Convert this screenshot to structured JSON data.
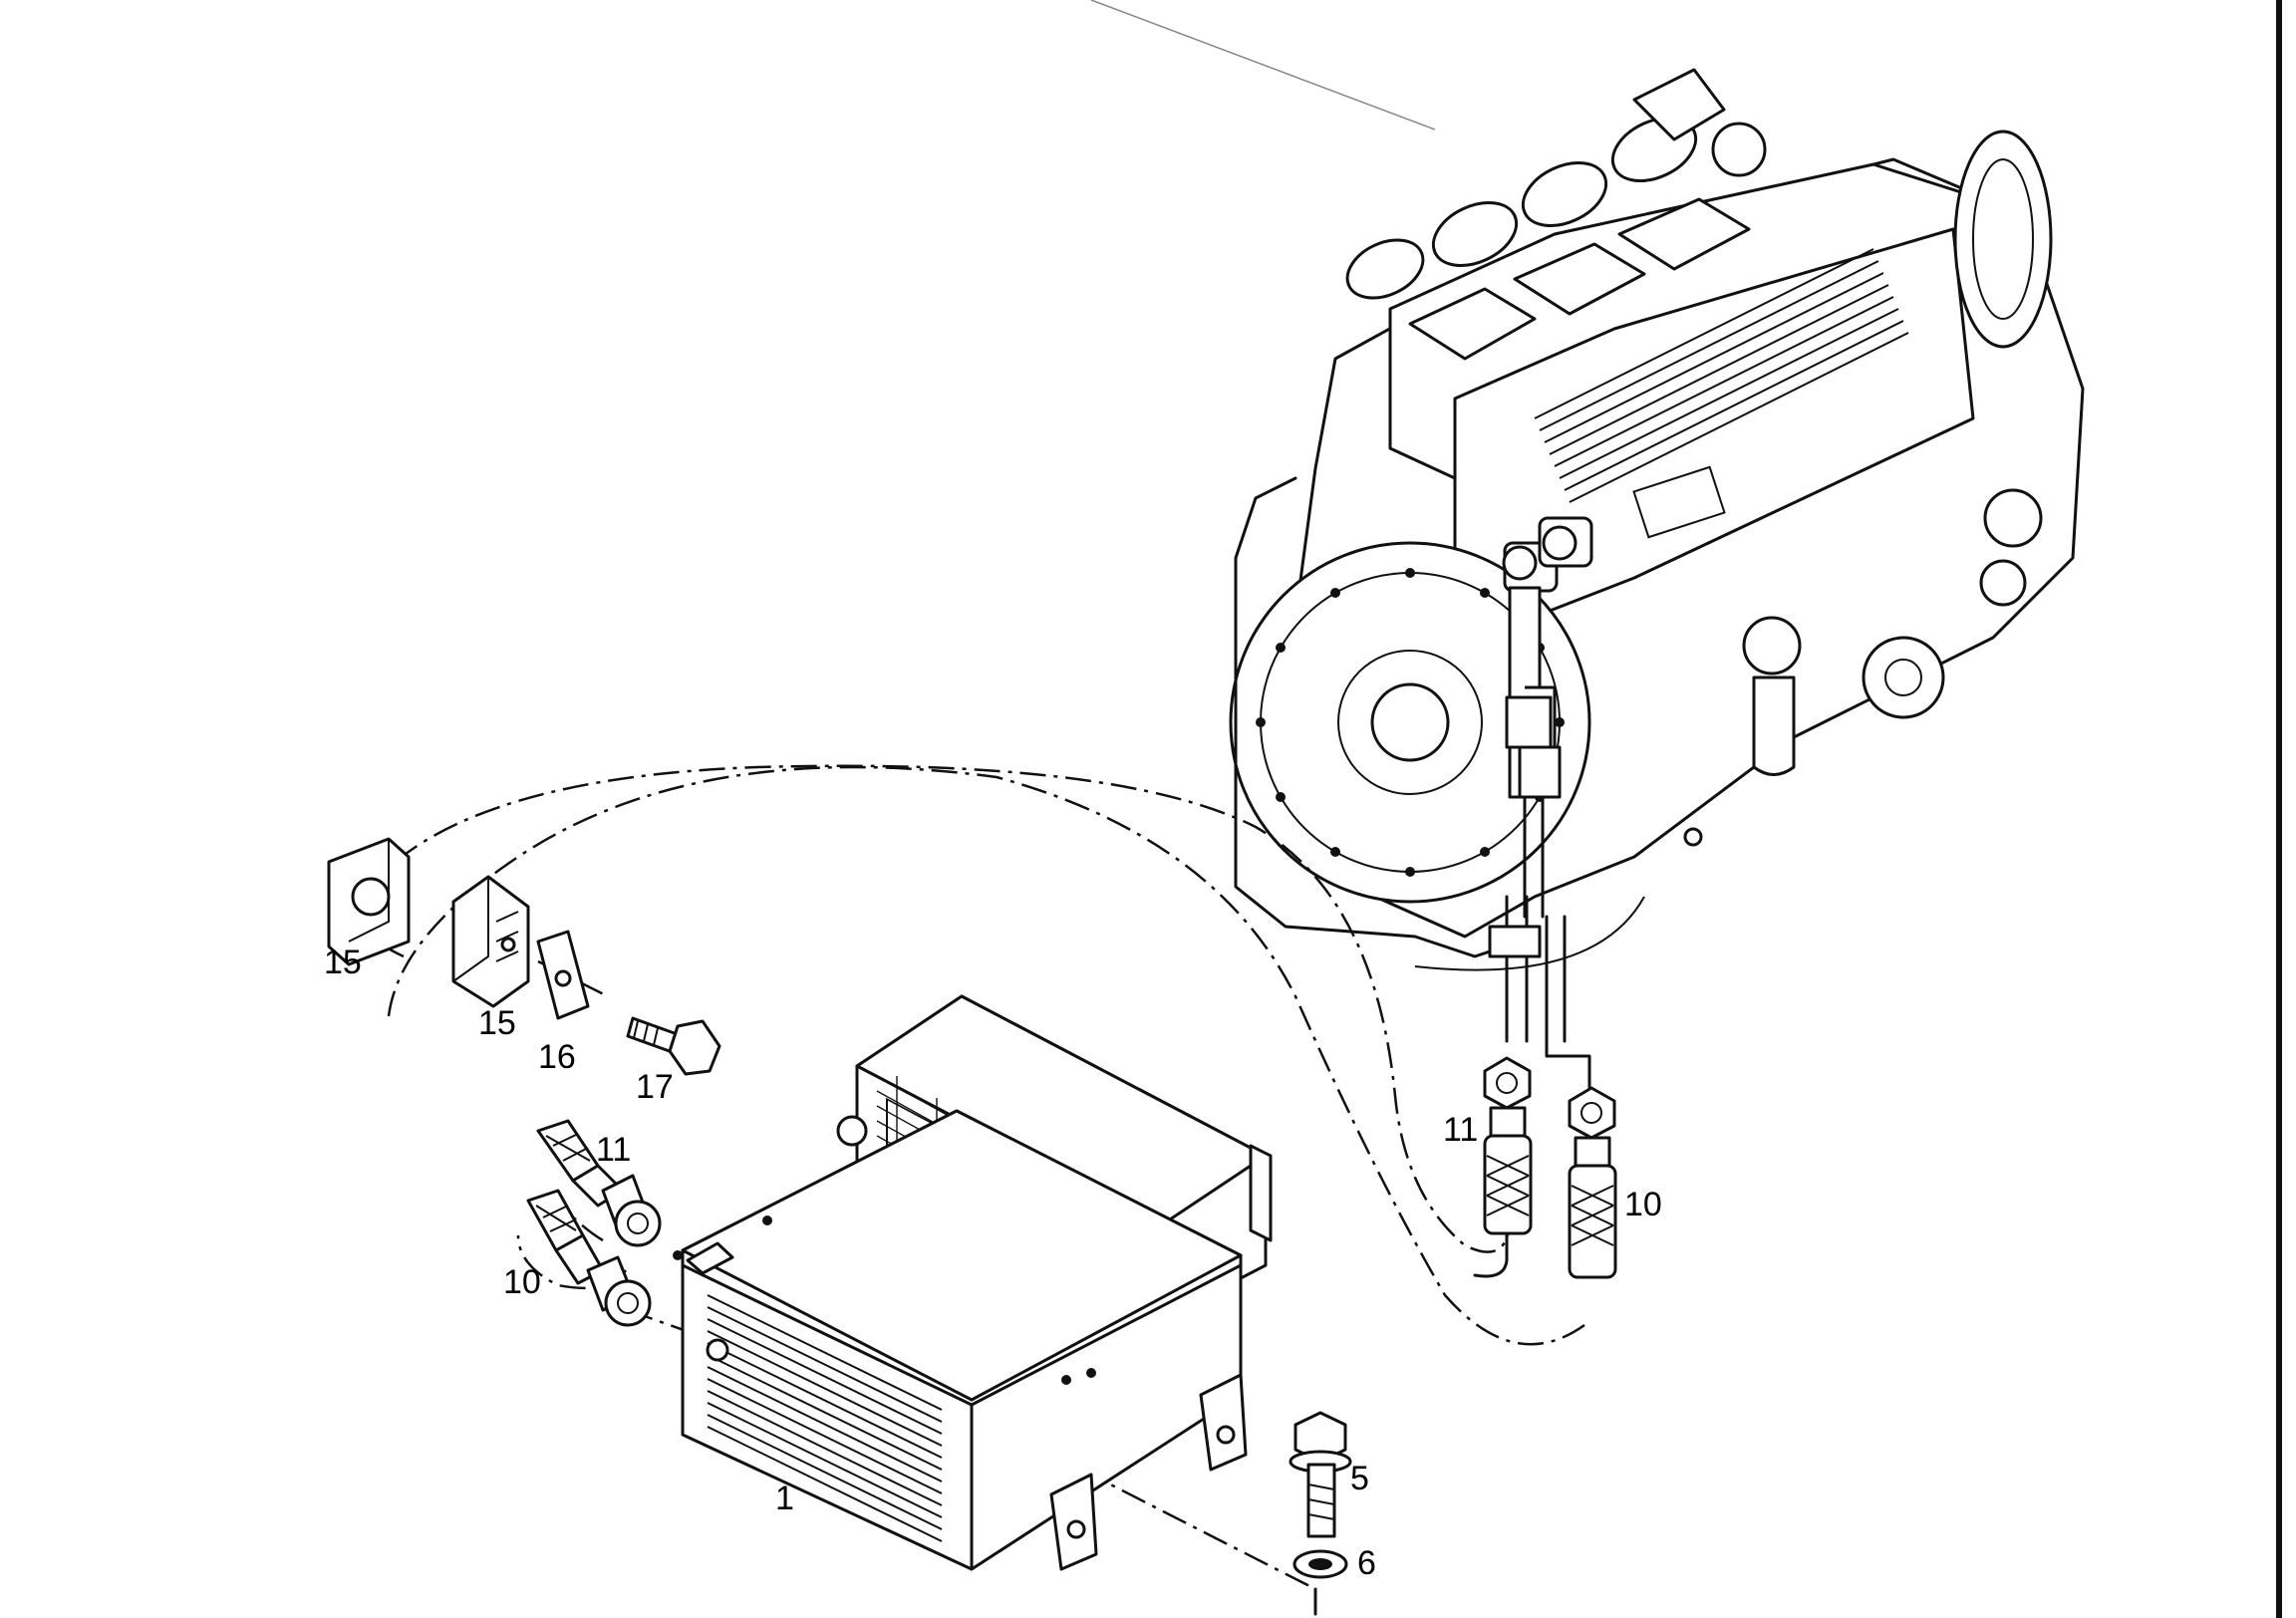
{
  "part_labels": [
    {
      "id": "oil-cooler",
      "text": "1"
    },
    {
      "id": "bolt",
      "text": "5"
    },
    {
      "id": "washer",
      "text": "6"
    },
    {
      "id": "hose-right-10",
      "text": "10"
    },
    {
      "id": "hose-right-11",
      "text": "11"
    },
    {
      "id": "hose-left-10",
      "text": "10"
    },
    {
      "id": "hose-left-11",
      "text": "11"
    },
    {
      "id": "clamp-half-a",
      "text": "15"
    },
    {
      "id": "clamp-half-b",
      "text": "15"
    },
    {
      "id": "plate",
      "text": "16"
    },
    {
      "id": "screw",
      "text": "17"
    }
  ]
}
